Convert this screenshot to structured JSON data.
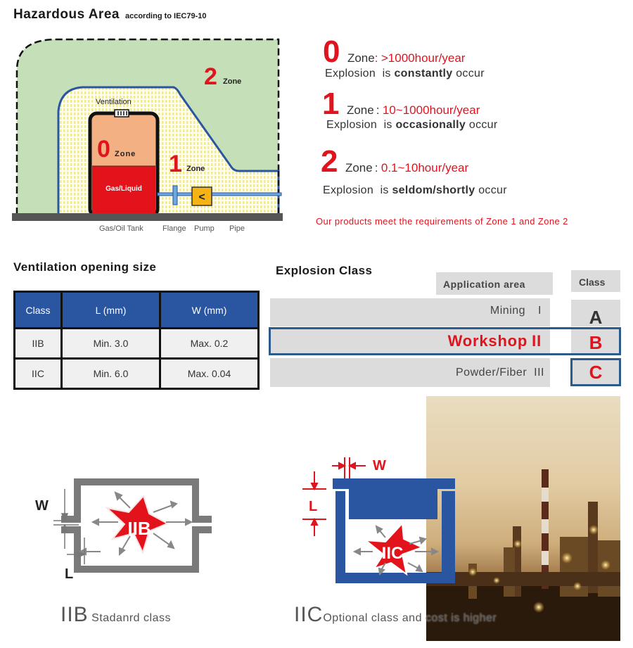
{
  "header": {
    "title": "Hazardous Area",
    "subtitle": "according to IEC79-10"
  },
  "diagram": {
    "zone2_num": "2",
    "zone2_word": "Zone",
    "zone0_num": "0",
    "zone0_word": "Zone",
    "zone1_num": "1",
    "zone1_word": "Zone",
    "ventilation_label": "Ventilation",
    "gas_liquid_label": "Gas/Liquid",
    "pump_symbol": "<",
    "labels": [
      "Gas/Oil Tank",
      "Flange",
      "Pump",
      "Pipe"
    ],
    "colors": {
      "zone2_fill": "#c5dfb8",
      "zone1_fill": "#fdfbe0",
      "zone0_fill": "#f2b083",
      "liquid_fill": "#e3131c",
      "boundary": "#2a55a0",
      "pump_fill": "#f5b315",
      "ground": "#555555"
    }
  },
  "zones": [
    {
      "num": "0",
      "label": "Zone",
      "sep": ":",
      "rate": ">1000hour/year",
      "explosion_pre": "Explosion  is ",
      "explosion_bold": "constantly",
      "explosion_post": " occur"
    },
    {
      "num": "1",
      "label": "Zone",
      "sep": ":",
      "rate": "10~1000hour/year",
      "explosion_pre": "Explosion  is ",
      "explosion_bold": "occasionally",
      "explosion_post": " occur"
    },
    {
      "num": "2",
      "label": "Zone",
      "sep": ":",
      "rate": "0.1~10hour/year",
      "explosion_pre": "Explosion  is ",
      "explosion_bold": "seldom/shortly",
      "explosion_post": " occur"
    }
  ],
  "products_note": "Our products meet the requirements of Zone 1 and Zone 2",
  "ventilation": {
    "title": "Ventilation opening size",
    "headers": [
      "Class",
      "L (mm)",
      "W (mm)"
    ],
    "rows": [
      [
        "IIB",
        "Min. 3.0",
        "Max. 0.2"
      ],
      [
        "IIC",
        "Min. 6.0",
        "Max. 0.04"
      ]
    ]
  },
  "explosion_class": {
    "title": "Explosion Class",
    "header_area": "Application area",
    "header_class": "Class",
    "rows": [
      {
        "area": "Mining",
        "roman": "I",
        "class": "A",
        "highlight": false
      },
      {
        "area": "Workshop",
        "roman": "II",
        "class": "B",
        "highlight": true
      },
      {
        "area": "Powder/Fiber",
        "roman": "III",
        "class": "C",
        "highlight": false
      }
    ]
  },
  "iib": {
    "w_label": "W",
    "l_label": "L",
    "star_text": "IIB",
    "caption_big": "IIB",
    "caption_small": "Stadanrd class"
  },
  "iic": {
    "w_label": "W",
    "l_label": "L",
    "star_text": "IIC",
    "caption_big": "IIC",
    "caption_small": "Optional class and cost is higher"
  },
  "photo": {
    "subject": "refinery-at-dusk"
  }
}
